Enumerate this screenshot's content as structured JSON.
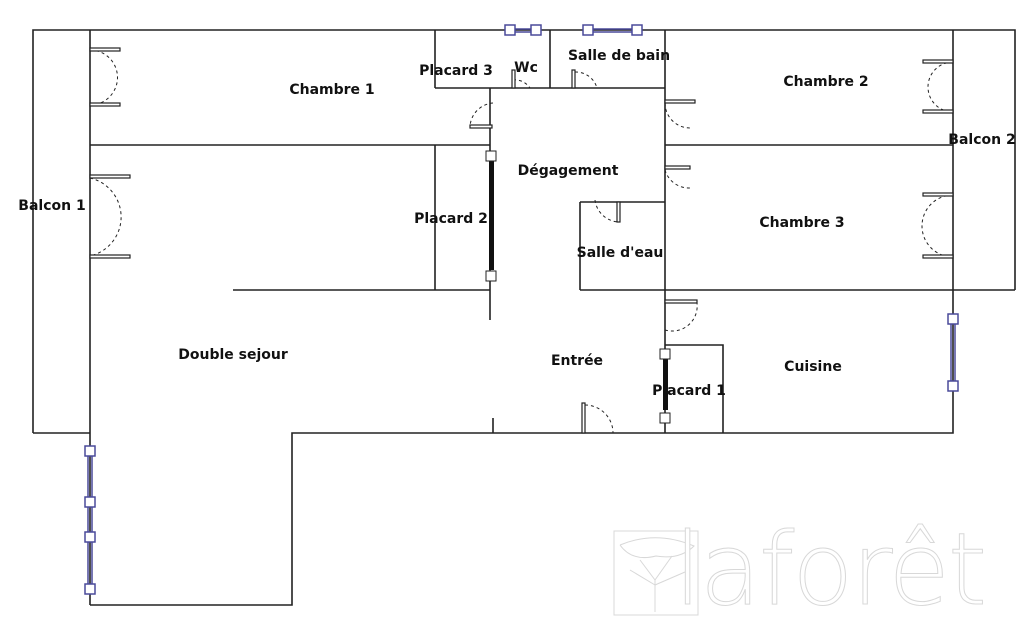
{
  "rooms": {
    "chambre1": "Chambre 1",
    "placard3": "Placard 3",
    "wc": "Wc",
    "salle_de_bain": "Salle de bain",
    "chambre2": "Chambre 2",
    "balcon2": "Balcon 2",
    "degagement": "Dégagement",
    "balcon1": "Balcon 1",
    "placard2": "Placard 2",
    "salle_deau": "Salle d'eau",
    "chambre3": "Chambre 3",
    "double_sejour": "Double sejour",
    "entree": "Entrée",
    "placard1": "Placard 1",
    "cuisine": "Cuisine"
  },
  "watermark": "laforêt",
  "colors": {
    "wall": "#222222",
    "window": "#4a4a9a",
    "watermark": "#d8d8d8"
  }
}
